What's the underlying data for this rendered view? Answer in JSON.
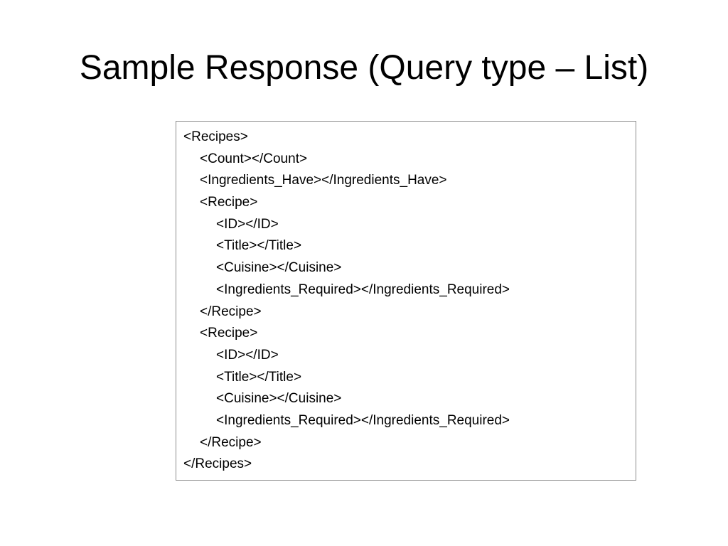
{
  "slide": {
    "title": "Sample Response (Query type – List)"
  },
  "code_box": {
    "lines": [
      {
        "text": "<Recipes>",
        "indent": 0
      },
      {
        "text": "<Count></Count>",
        "indent": 1
      },
      {
        "text": "<Ingredients_Have></Ingredients_Have>",
        "indent": 1
      },
      {
        "text": "<Recipe>",
        "indent": 1
      },
      {
        "text": "<ID></ID>",
        "indent": 2
      },
      {
        "text": "<Title></Title>",
        "indent": 2
      },
      {
        "text": "<Cuisine></Cuisine>",
        "indent": 2
      },
      {
        "text": "<Ingredients_Required></Ingredients_Required>",
        "indent": 2
      },
      {
        "text": "</Recipe>",
        "indent": 1
      },
      {
        "text": "<Recipe>",
        "indent": 1
      },
      {
        "text": "<ID></ID>",
        "indent": 2
      },
      {
        "text": "<Title></Title>",
        "indent": 2
      },
      {
        "text": "<Cuisine></Cuisine>",
        "indent": 2
      },
      {
        "text": "<Ingredients_Required></Ingredients_Required>",
        "indent": 2
      },
      {
        "text": "</Recipe>",
        "indent": 1
      },
      {
        "text": "</Recipes>",
        "indent": 0
      }
    ]
  }
}
